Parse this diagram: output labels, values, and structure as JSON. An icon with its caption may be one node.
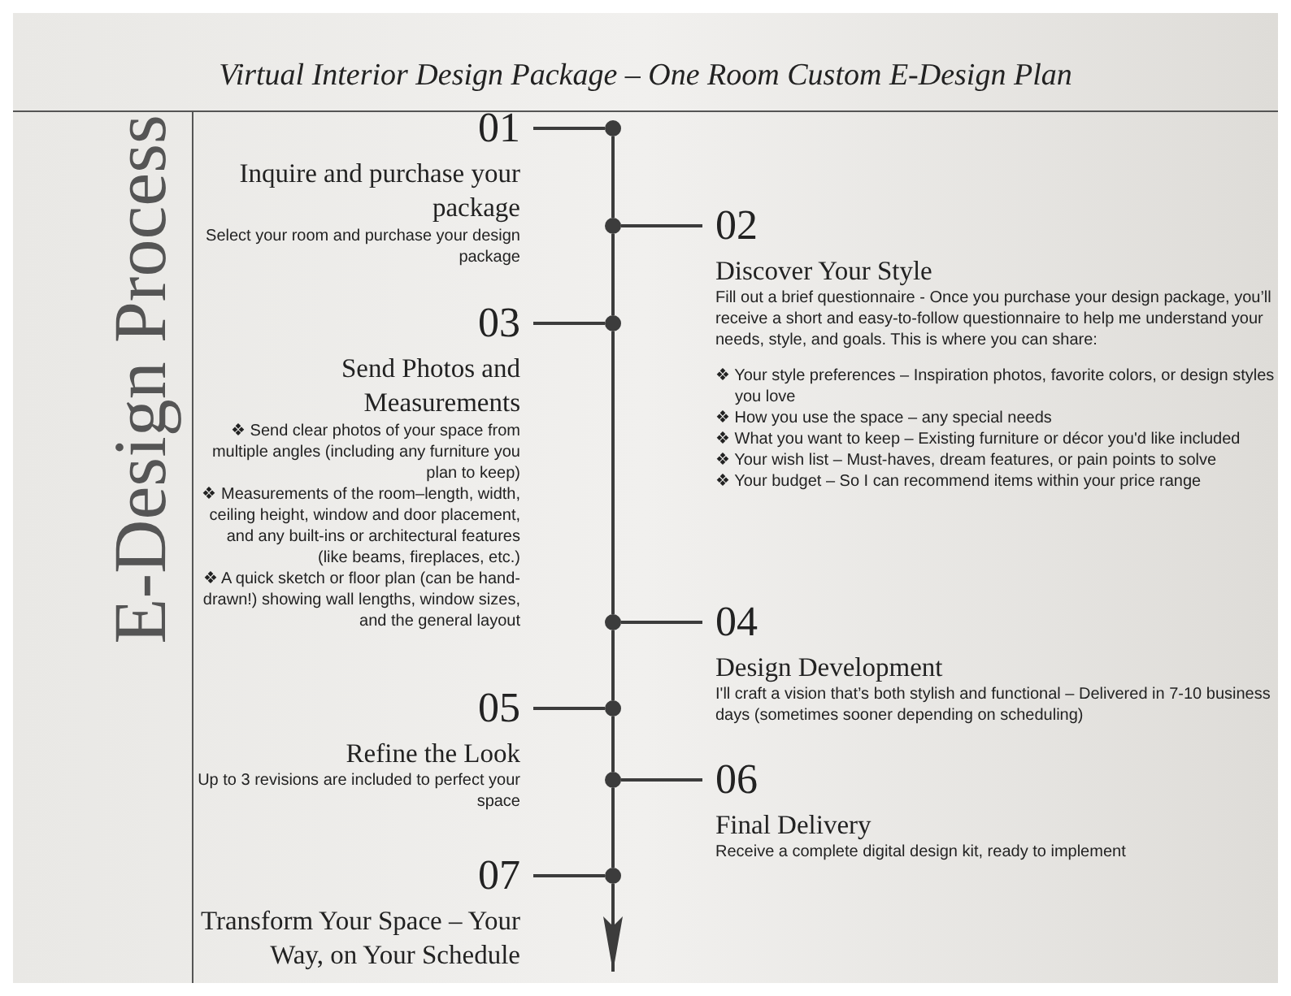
{
  "diagram": {
    "title": "Virtual Interior Design Package – One Room Custom E-Design Plan",
    "nodes": [
      {
        "text": [
          "01",
          "Inquire and purchase your package",
          "Select your room and purchase your design package"
        ]
      },
      {
        "text": [
          "02",
          "Discover Your Style",
          "Fill out a brief questionnaire - Once you purchase your design package, you’ll receive a short and easy-to-follow questionnaire to help me understand your needs, style, and goals. This is where you can share:",
          "❖ Your style preferences – Inspiration photos, favorite colors, or design styles you love",
          "❖ How you use the space – any special needs",
          "❖ What you want to keep – Existing furniture or décor you'd like included",
          "❖ Your wish list – Must-haves, dream features, or pain points to solve",
          "❖ Your budget – So I can recommend items within your price range"
        ]
      },
      {
        "text": [
          "03",
          "Send Photos and Measurements",
          "❖ Send clear photos of your space from multiple angles (including any furniture you plan to keep)",
          "❖ Measurements of the room–length, width, ceiling height, window and door placement, and any built-ins or architectural features (like beams, fireplaces, etc.)",
          "❖ A quick sketch or floor plan (can be hand-drawn!) showing wall lengths, window sizes, and the general layout"
        ]
      },
      {
        "text": [
          "04",
          "Design Development",
          "I'll craft a vision that’s both stylish and functional – Delivered in 7-10 business days (sometimes sooner depending on scheduling)"
        ]
      },
      {
        "text": [
          "05",
          "Refine the Look",
          "Up to 3 revisions are included to perfect your space"
        ]
      },
      {
        "text": [
          "06",
          "Final Delivery",
          "Receive a complete digital design kit, ready to implement"
        ]
      },
      {
        "text": [
          "07",
          "Transform Your Space – Your Way, on Your Schedule"
        ]
      },
      {
        "text": [],
        "shape": "circle"
      },
      {
        "text": [],
        "shape": "circle"
      },
      {
        "text": [],
        "shape": "circle"
      },
      {
        "text": [],
        "shape": "circle"
      },
      {
        "text": [],
        "shape": "circle"
      },
      {
        "text": [],
        "shape": "circle"
      },
      {
        "text": [],
        "shape": "circle"
      }
    ],
    "edges": [
      {
        "from": 0,
        "to": 7,
        "arrow": "none"
      },
      {
        "from": 1,
        "to": 8,
        "arrow": "none"
      },
      {
        "from": 2,
        "to": 9,
        "arrow": "none"
      },
      {
        "from": 3,
        "to": 10,
        "arrow": "none"
      },
      {
        "from": 4,
        "to": 11,
        "arrow": "none"
      },
      {
        "from": 5,
        "to": 12,
        "arrow": "none"
      },
      {
        "from": 6,
        "to": 13,
        "arrow": "none"
      },
      {
        "from": 7,
        "to": 8,
        "arrow": "none"
      },
      {
        "from": 8,
        "to": 9,
        "arrow": "none"
      },
      {
        "from": 9,
        "to": 10,
        "arrow": "none"
      },
      {
        "from": 10,
        "to": 11,
        "arrow": "none"
      },
      {
        "from": 11,
        "to": 12,
        "arrow": "none"
      },
      {
        "from": 12,
        "to": 13,
        "arrow": "none"
      },
      {
        "from": 13,
        "to": null,
        "arrow": "to"
      }
    ],
    "labels": [
      "E-Design Process"
    ]
  }
}
